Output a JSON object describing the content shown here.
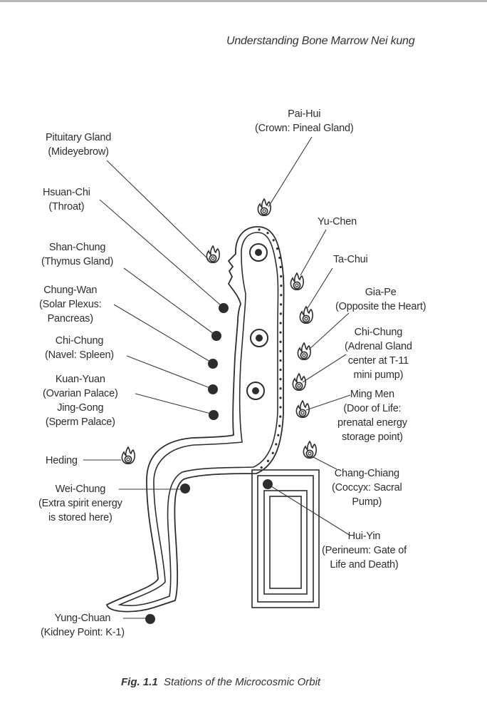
{
  "header": {
    "running_title": "Understanding Bone Marrow Nei kung"
  },
  "labels": {
    "pai_hui": [
      "Pai-Hui",
      "(Crown: Pineal Gland)"
    ],
    "pituitary": [
      "Pituitary Gland",
      "(Mideyebrow)"
    ],
    "hsuan_chi": [
      "Hsuan-Chi",
      "(Throat)"
    ],
    "yu_chen": [
      "Yu-Chen"
    ],
    "shan_chung": [
      "Shan-Chung",
      "(Thymus Gland)"
    ],
    "ta_chui": [
      "Ta-Chui"
    ],
    "chung_wan": [
      "Chung-Wan",
      "(Solar Plexus:",
      "Pancreas)"
    ],
    "gia_pe": [
      "Gia-Pe",
      "(Opposite the Heart)"
    ],
    "chi_chung_navel": [
      "Chi-Chung",
      "(Navel: Spleen)"
    ],
    "chi_chung_adrenal": [
      "Chi-Chung",
      "(Adrenal Gland",
      "center at T-11",
      "mini pump)"
    ],
    "kuan_yuan": [
      "Kuan-Yuan",
      "(Ovarian Palace)",
      "Jing-Gong",
      "(Sperm Palace)"
    ],
    "ming_men": [
      "Ming Men",
      "(Door of Life:",
      "prenatal energy",
      "storage point)"
    ],
    "heding": [
      "Heding"
    ],
    "chang_chiang": [
      "Chang-Chiang",
      "(Coccyx: Sacral",
      "Pump)"
    ],
    "wei_chung": [
      "Wei-Chung",
      "(Extra spirit energy",
      "is stored here)"
    ],
    "hui_yin": [
      "Hui-Yin",
      "(Perineum: Gate of",
      "Life and Death)"
    ],
    "yung_chuan": [
      "Yung-Chuan",
      "(Kidney Point: K-1)"
    ]
  },
  "caption": {
    "number": "Fig. 1.1",
    "text": "Stations of the Microcosmic Orbit"
  },
  "colors": {
    "ink": "#2d2d2d",
    "rule": "#b8b8b8"
  },
  "icons": {
    "flame": "flame-icon",
    "point": "acupoint-dot-icon",
    "ring": "ring-point-icon"
  }
}
